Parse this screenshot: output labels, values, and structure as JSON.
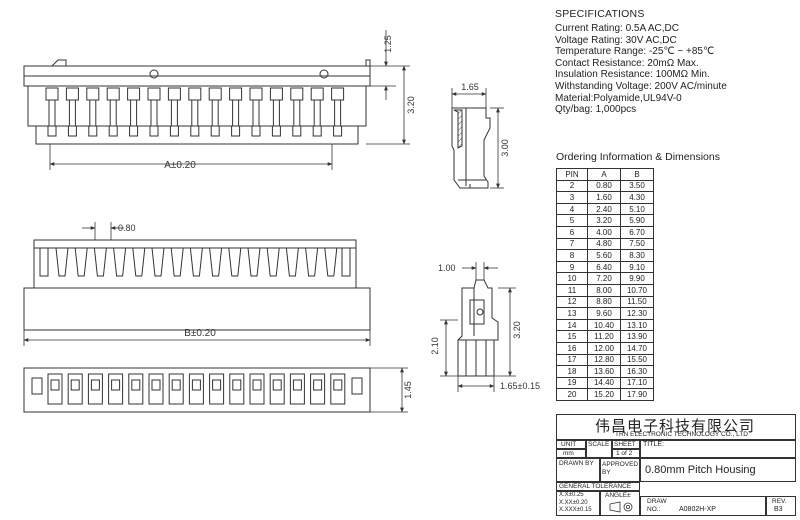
{
  "specifications": {
    "title": "SPECIFICATIONS",
    "lines": [
      "Current Rating:  0.5A  AC,DC",
      "Voltage Rating:  30V  AC,DC",
      "Temperature Range:  -25℃ ~ +85℃",
      "Contact Resistance:  20mΩ Max.",
      "Insulation Resistance:  100MΩ Min.",
      "Withstanding Voltage:  200V AC/minute",
      "Material:Polyamide,UL94V-0",
      "Qty/bag: 1,000pcs"
    ]
  },
  "ordering": {
    "title": "Ordering Information & Dimensions",
    "headers": [
      "PIN",
      "A",
      "B"
    ],
    "rows": [
      [
        "2",
        "0.80",
        "3.50"
      ],
      [
        "3",
        "1.60",
        "4.30"
      ],
      [
        "4",
        "2.40",
        "5.10"
      ],
      [
        "5",
        "3.20",
        "5.90"
      ],
      [
        "6",
        "4.00",
        "6.70"
      ],
      [
        "7",
        "4.80",
        "7.50"
      ],
      [
        "8",
        "5.60",
        "8.30"
      ],
      [
        "9",
        "6.40",
        "9.10"
      ],
      [
        "10",
        "7.20",
        "9.90"
      ],
      [
        "11",
        "8.00",
        "10.70"
      ],
      [
        "12",
        "8.80",
        "11.50"
      ],
      [
        "13",
        "9.60",
        "12.30"
      ],
      [
        "14",
        "10.40",
        "13.10"
      ],
      [
        "15",
        "11.20",
        "13.90"
      ],
      [
        "16",
        "12.00",
        "14.70"
      ],
      [
        "17",
        "12.80",
        "15.50"
      ],
      [
        "18",
        "13.60",
        "16.30"
      ],
      [
        "19",
        "14.40",
        "17.10"
      ],
      [
        "20",
        "15.20",
        "17.90"
      ]
    ]
  },
  "dimensions": {
    "a": "A±0.20",
    "b": "B±0.20",
    "pitch": "0.80",
    "top_height": "3.20",
    "top_tab": "1.25",
    "bottom_height": "1.45",
    "side_width": "1.65",
    "side_height": "3.00",
    "front_top": "1.00",
    "front_height": "3.20",
    "front_lower": "2.10",
    "front_width": "1.65±0.15"
  },
  "title_block": {
    "company_cn": "伟昌电子科技有限公司",
    "company_en": "TRN ELECTRONIC TECHNOLOGY CO., LTD",
    "unit_label": "UNIT",
    "unit_value": "mm",
    "scale_label": "SCALE",
    "sheet_label": "SHEET",
    "sheet_value": "1 of 2",
    "title_label": "TITLE:",
    "title_value": "0.80mm Pitch Housing",
    "drawn_by": "DRAWN BY",
    "approved_by": "APPROVED BY",
    "general_tol": "GENERAL TOLERANCE",
    "tol_1": "X.X±0.25",
    "tol_2": "X.XX±0.20",
    "tol_3": "X.XXX±0.15",
    "angle": "ANGLE±",
    "draw_label": "DRAW",
    "no_label": "NO.:",
    "part_no": "A0802H-XP",
    "rev_label": "REV.",
    "rev_value": "B3"
  }
}
